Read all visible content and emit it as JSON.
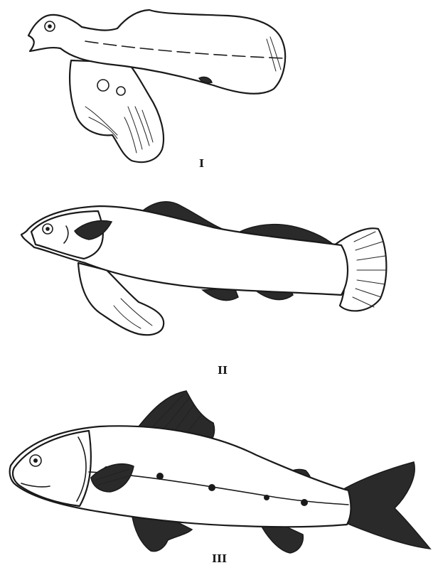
{
  "figures": [
    {
      "label": "I"
    },
    {
      "label": "II"
    },
    {
      "label": "III"
    }
  ],
  "colors": {
    "ink": "#1a1a1a",
    "paper": "#ffffff"
  }
}
